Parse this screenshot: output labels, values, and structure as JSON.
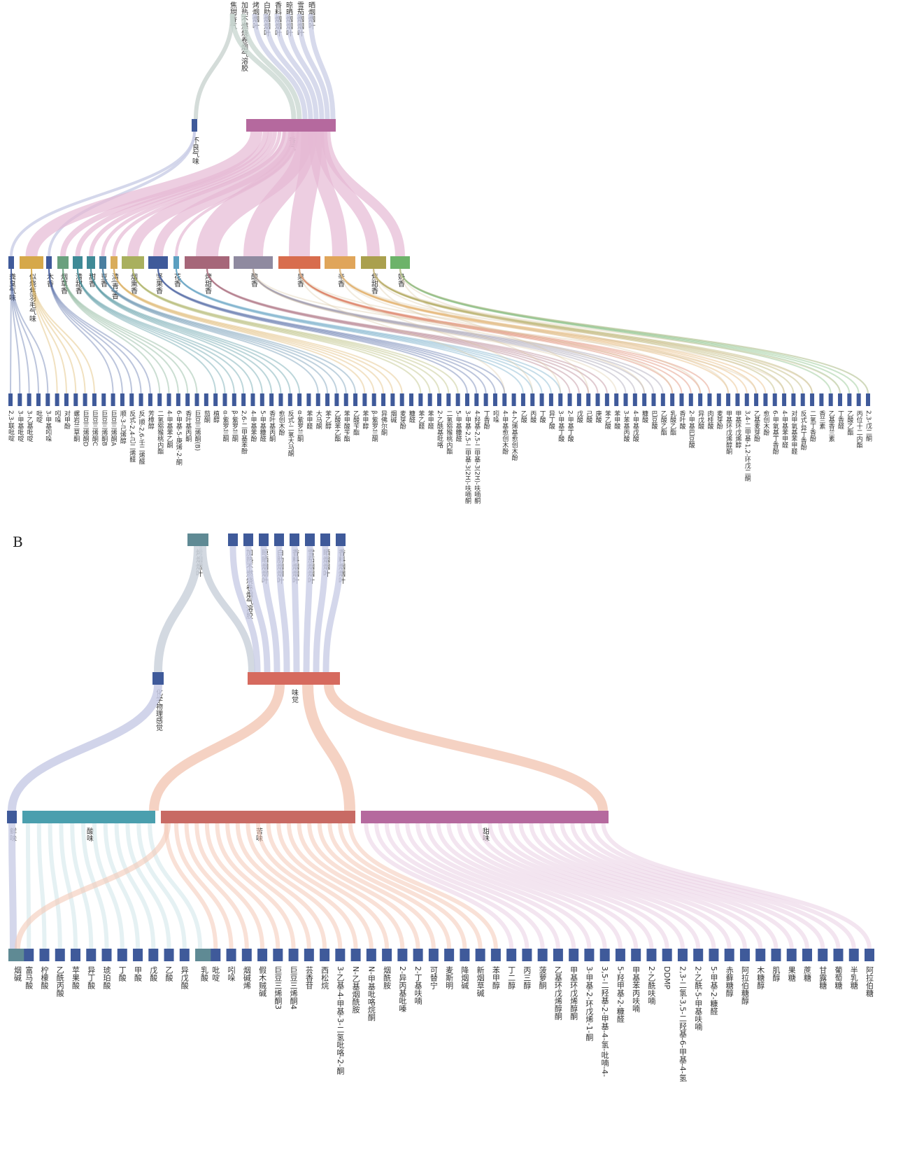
{
  "panels": {
    "A": {
      "letter": "",
      "sources": [
        "焦甜香气",
        "加热不燃烧卷烟气溶胶",
        "烤烟烟叶",
        "白肋烟烟叶",
        "香料烟烟叶",
        "晾晒烟烟叶",
        "雪茄烟烟叶",
        "晒烟烟叶"
      ],
      "mid": [
        "不良气味",
        "香气"
      ],
      "notes": [
        "粪臭气味",
        "似烧焦羽毛气味",
        "木香",
        "烟草香",
        "清甜香",
        "甜香",
        "豆香",
        "清(青)香",
        "烟熏香",
        "坚果香",
        "花香",
        "烤甜香",
        "酸香",
        "果香",
        "辛香",
        "焦甜香",
        "奶香"
      ],
      "compounds": [
        "2,3-联吡啶",
        "3-甲基吡啶",
        "3-乙基吡啶",
        "吡啶",
        "3-甲基吲哚",
        "吲哚",
        "对甲酚",
        "螺岩兰草酮",
        "巨豆三烯酮D",
        "巨豆三烯酮C",
        "巨豆三烯酮B",
        "巨豆三烯酮A",
        "顺-3-己烯醇",
        "反式-2,4-己二烯醛",
        "反,顺-2,6-壬二烯醛",
        "芳樟醇",
        "二氢猕猴桃内酯",
        "4-甲基苯乙酮",
        "6-甲基-5-庚烯-2-酮",
        "香叶基丙酮",
        "巨豆三烯酮(B)",
        "茄酮",
        "植醇",
        "α-紫罗兰酮",
        "β-紫罗兰酮",
        "2,6-二甲基苯酚",
        "4-甲基苯酚",
        "5-甲基糠醛",
        "香叶基丙酮",
        "愈创木酚",
        "反式-二氢大马酮",
        "α-紫罗兰酮",
        "苯甲醛",
        "大马酮",
        "苯乙醇",
        "乙酸苯乙酯",
        "苯甲酸苄酯",
        "乙酸苄酯",
        "苯甲醇",
        "β-紫罗兰酮",
        "异佛尔酮",
        "烟碱",
        "麦芽酚",
        "糠醛",
        "苯乙醛",
        "苯甲醛",
        "2-乙酰基吡咯",
        "二氢猕猴桃内酯",
        "5-甲基糠醛",
        "3-甲基-2,5-二甲基-3(2H)-呋喃酮",
        "4-羟基-2,5-二甲基-3(2H)-呋喃酮",
        "丁香酚",
        "吲哚",
        "4-甲基愈创木酚",
        "4-乙烯基愈创木酚",
        "乙酸",
        "丙酸",
        "丁酸",
        "异丁酸",
        "3-甲基丁酸",
        "2-甲基丁酸",
        "戊酸",
        "己酸",
        "庚酸",
        "苯乙酸",
        "苯甲酸",
        "3-苯基丙酸",
        "4-甲基戊酸",
        "糠酸",
        "巴豆酸",
        "乙酸乙酯",
        "乳酸乙酯",
        "香叶酸",
        "2-甲基巴豆酸",
        "异戊酸",
        "肉桂酸",
        "麦芽酚",
        "甲基环戊烯醇酮",
        "甲基环戊烯醇",
        "3,4-二甲基-1,2-环戊二酮",
        "乙基麦芽酚",
        "愈创木酚",
        "6-甲氧基丁香酚",
        "4-甲基苯甲醛",
        "对甲氧基苯甲醛",
        "反式-异丁香酚",
        "二氢丁香酚",
        "香兰素",
        "乙基香兰素",
        "丁香醛",
        "乙酸乙酯",
        "丙位十二内酯",
        "2,3-戊二酮"
      ]
    },
    "B": {
      "letter": "B",
      "sources": [
        "烤烟烟叶",
        "加热不燃烧卷烟气溶胶",
        "晾晒烟烟叶",
        "白肋烟烟叶",
        "香料烟烟叶",
        "雪茄烟烟叶",
        "晒烟烟叶",
        "香料烟烟叶"
      ],
      "mid": [
        "化学物理感觉",
        "味觉"
      ],
      "tastes": [
        "鲜味",
        "酸味",
        "苦味",
        "甜味"
      ],
      "compounds": [
        "烟碱",
        "富马酸",
        "柠檬酸",
        "乙酰丙酸",
        "苹果酸",
        "异丁酸",
        "琥珀酸",
        "丁酸",
        "甲酸",
        "戊酸",
        "乙酸",
        "异戊酸",
        "乳酸",
        "吡啶",
        "吲哚",
        "烟碱烯",
        "假木贼碱",
        "巨豆三烯酮3",
        "巨豆三烯酮4",
        "芸香苷",
        "西松烷",
        "3-乙基-4-甲基-3-二氢吡咯-2-酮",
        "N-乙基烟酰胺",
        "N-甲基吡咯烷酮",
        "烟酰胺",
        "2-异丙基吡嗪",
        "2-丁基呋喃",
        "可替宁",
        "麦斯明",
        "降烟碱",
        "新烟草碱",
        "苯甲醇",
        "丁二醇",
        "丙三醇",
        "菠萝酮",
        "乙基环戊烯醇酮",
        "甲基环戊烯醇酮",
        "3-甲基-2-环戊烯-1-酮",
        "3,5-二羟基-2-甲基-4-氢-吡喃-4-",
        "5-羟甲基-2-糠醛",
        "甲基苯丙呋喃",
        "2-乙酰呋喃",
        "DDMP",
        "2,3-二氢-3,5-二羟基-6-甲基-4-氢",
        "2-乙酰-5-甲基呋喃",
        "5-甲基-2-糠醛",
        "赤藓糖醇",
        "阿拉伯糖醇",
        "木糖醇",
        "肌醇",
        "果糖",
        "蔗糖",
        "甘露糖",
        "葡萄糖",
        "半乳糖",
        "阿拉伯糖"
      ]
    }
  },
  "colors": {
    "node_default": "#3f5a9a",
    "B_source_node": "#5f8a94",
    "aroma": "#b5699e",
    "taste": "#d66a5e",
    "sour": "#4a9fae",
    "bitter": "#c86a64",
    "sweet": "#b5699e",
    "chem": "#3f5a9a",
    "bad": "#3f5a9a",
    "note_colors": [
      "#3f5a9a",
      "#d6a84a",
      "#3f5a9a",
      "#6aa07e",
      "#3f8a96",
      "#3f8a96",
      "#4a7fa0",
      "#d9ac5a",
      "#a9b05e",
      "#3f5a9a",
      "#5b9fc0",
      "#a66679",
      "#8f8aa0",
      "#d86d4e",
      "#e0a55a",
      "#aaa04e",
      "#6db36a"
    ]
  }
}
